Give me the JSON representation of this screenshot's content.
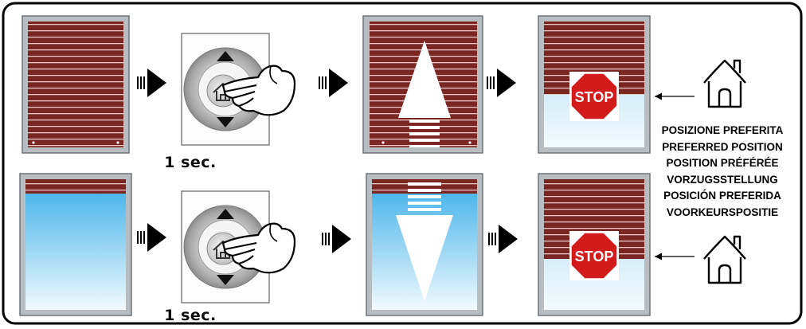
{
  "caption_seconds": "1 sec.",
  "stop_sign_text": "STOP",
  "preferred_position_labels": [
    "POSIZIONE PREFERITA",
    "PREFERRED POSITION",
    "POSITION PRÉFÉRÉE",
    "VORZUGSSTELLUNG",
    "POSICIÓN PREFERIDA",
    "VOORKEURSPOSITIE"
  ],
  "icons": {
    "remote": "remote-control-icon",
    "hand": "pointing-hand-icon",
    "home": "home-icon",
    "arrow_up": "arrow-up-icon",
    "arrow_down": "arrow-down-icon",
    "flow": "flow-arrow-icon"
  },
  "colors": {
    "blind": "#7a2520",
    "slat_line": "#e9c9c6",
    "sky_top": "#3aaee8",
    "sky_bottom": "#eef8fd",
    "stop_red": "#d21c1c",
    "frame": "#9aa0a6"
  }
}
